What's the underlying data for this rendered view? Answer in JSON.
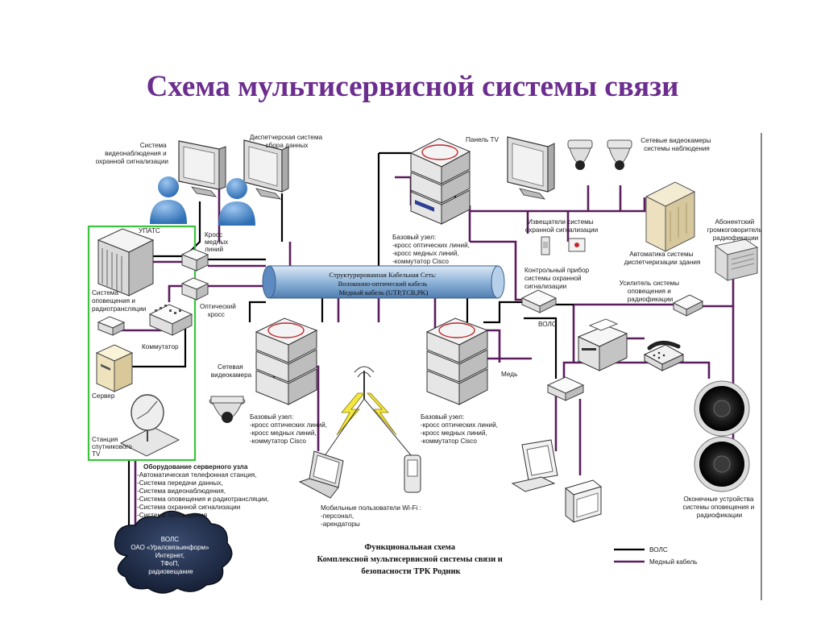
{
  "title": "Схема мультисервисной системы связи",
  "labels": {
    "video_surveillance": [
      "Система",
      "видеонаблюдения и",
      "охранной сигнализации"
    ],
    "dispatch_system": [
      "Диспетчерская система",
      "сбора данных"
    ],
    "tv_panel": "Панель TV",
    "network_cameras": [
      "Сетевые видеокамеры",
      "системы наблюдения"
    ],
    "upats": "УПАТС",
    "copper_cross": [
      "Кросс",
      "медных",
      "линий"
    ],
    "notify_system": [
      "Система",
      "оповещения и",
      "радиотрансляции"
    ],
    "optical_cross": [
      "Оптический",
      "кросс"
    ],
    "switch": "Коммутатор",
    "server": "Сервер",
    "satellite": [
      "Станция",
      "спутникового",
      "TV"
    ],
    "base_node_top": [
      "Базовый узел:",
      "-кросс оптических линий,",
      "-кросс медных линий,",
      "-коммутатор Cisco"
    ],
    "alarm_detectors": [
      "Извещатели системы",
      "охранной сигнализации"
    ],
    "control_device": [
      "Контрольный прибор",
      "системы охранной",
      "сигнализации"
    ],
    "building_automation": [
      "Автоматика системы",
      "диспетчеризации здания"
    ],
    "subscriber_speaker": [
      "Абонентский",
      "громкоговоритель",
      "радиофикации"
    ],
    "amplifier": [
      "Усилитель системы",
      "оповещения и",
      "радиофикации"
    ],
    "vols_small": "ВОЛС",
    "copper_small": "Медь",
    "network_camera": [
      "Сетевая",
      "видеокамера"
    ],
    "base_node_left": [
      "Базовый узел:",
      "-кросс оптических линий,",
      "-кросс медных линий,",
      "-коммутатор Cisco"
    ],
    "base_node_right": [
      "Базовый узел:",
      "-кросс оптических линий,",
      "-кросс медных линий,",
      "-коммутатор Cisco"
    ],
    "server_equipment_title": "Оборудование серверного узла",
    "server_equipment": [
      "-Автоматическая телефонная станция,",
      "-Система передачи данных,",
      "-Система видеонаблюдения,",
      "-Система оповещения и радиотрансляции,",
      "-Система охранной сигнализации",
      "-Система телевидения"
    ],
    "wifi_users": [
      "Мобильные пользователи Wi-Fi :",
      "-персонал,",
      "-арендаторы"
    ],
    "end_devices": [
      "Оконечные устройства",
      "системы оповещения и",
      "радиофикации"
    ],
    "cloud": [
      "ВОЛС",
      "ОАО «Уралсвязьинформ»",
      "Интернет,",
      "ТФоП,",
      "радиовещание"
    ],
    "pipe": [
      "Структурированная Кабельная Сеть:",
      "Волоконно-оптический кабель",
      "Медный кабель (UTP,TCB,PK)"
    ],
    "caption": [
      "Функциональная схема",
      "Комплексной мультисервисной системы связи и",
      "безопасности ТРК Родник"
    ],
    "legend_vols": "ВОЛС",
    "legend_copper": "Медный кабель"
  },
  "colors": {
    "title": "#6b2e8e",
    "fiber": "#000000",
    "copper": "#5a1d5e",
    "green_frame": "#3cc43c",
    "pipe": "#8fb4d9",
    "cloud": "#1d2b4a"
  }
}
